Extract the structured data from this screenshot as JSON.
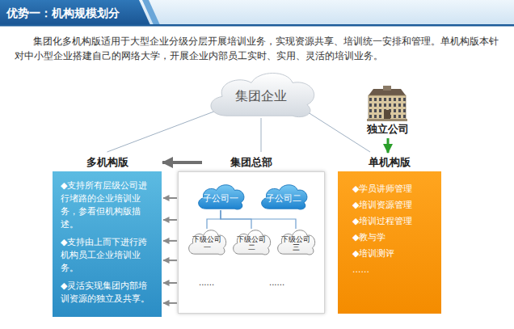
{
  "diagram": {
    "title": "优势一：机构规模划分",
    "nodes": [
      {
        "text": [
          "集团企业"
        ]
      },
      {
        "text": [
          "独立公司"
        ]
      },
      {
        "text": [
          "多机构版",
          "◆支持所有层级公司进行堵路的企业培训业务，参看但机构版描述。",
          "◆支持由上而下进行跨机构员工企业培训业务。",
          "◆灵活实现集团内部培训资源的独立及共享。"
        ]
      },
      {
        "text": [
          "集团总部"
        ]
      },
      {
        "text": [
          "子公司一"
        ],
        "in": 3
      },
      {
        "text": [
          "子公司二"
        ],
        "in": 3
      },
      {
        "text": [
          "下级公司 一"
        ],
        "in": 3
      },
      {
        "text": [
          "下级公司 二"
        ],
        "in": 3
      },
      {
        "text": [
          "下级公司 三"
        ],
        "in": 3
      },
      {
        "text": [
          "单机构版",
          "◆学员讲师管理",
          "◆培训资源管理",
          "◆培训过程管理",
          "◆教与学",
          "◆培训测评",
          "......"
        ]
      }
    ],
    "edges": [
      {
        "from": 0,
        "to": 2,
        "arrow": "none"
      },
      {
        "from": 0,
        "to": 3,
        "arrow": "none"
      },
      {
        "from": 0,
        "to": 9,
        "arrow": "none"
      },
      {
        "from": 1,
        "to": 9,
        "arrow": "to"
      },
      {
        "from": 3,
        "to": 2,
        "arrow": "to"
      },
      {
        "from": 3,
        "to": 2,
        "arrow": "to"
      },
      {
        "from": 3,
        "to": 2,
        "arrow": "to"
      },
      {
        "from": 3,
        "to": 2,
        "arrow": "to"
      },
      {
        "from": 3,
        "to": 2,
        "arrow": "to"
      },
      {
        "from": 3,
        "to": 2,
        "arrow": "to"
      },
      {
        "from": 3,
        "to": 2,
        "arrow": "to"
      },
      {
        "from": 4,
        "to": 6,
        "arrow": "none"
      },
      {
        "from": 4,
        "to": 7,
        "arrow": "none"
      },
      {
        "from": 4,
        "to": 8,
        "arrow": "none"
      }
    ],
    "labels": [
      "集团化多机构版适用于大型企业分级分层开展培训业务，实现资源共享、培训统一安排和管理。单机构版本针对中小型企业搭建自己的网络大学，开展企业内部员工实时、实用、灵活的培训业务。",
      "......",
      "......"
    ]
  }
}
